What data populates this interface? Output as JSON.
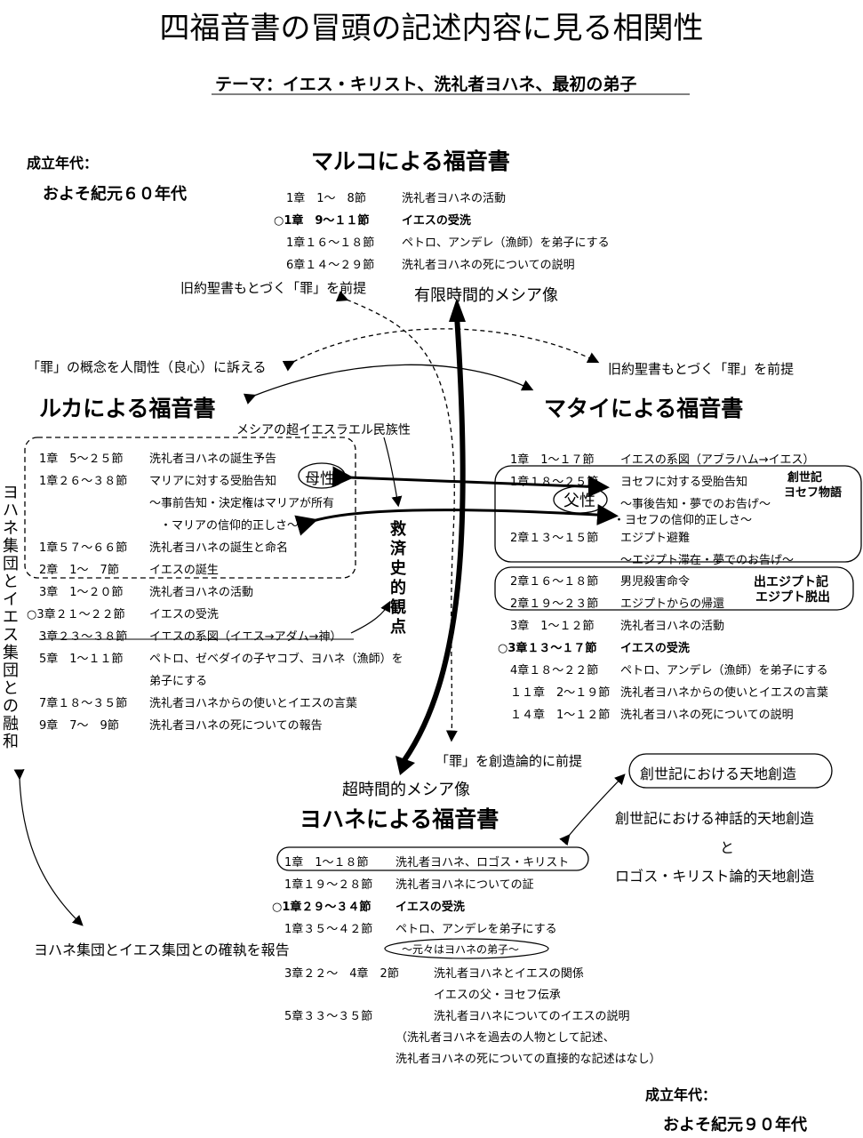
{
  "title": "四福音書の冒頭の記述内容に見る相関性",
  "theme": "テーマ：イエス・キリスト、洗礼者ヨハネ、最初の弟子",
  "mark": {
    "title": "マルコによる福音書",
    "date_label": "成立年代：",
    "date_value": "およそ紀元６０年代",
    "rows": [
      {
        "ref": "1章　1～　8節",
        "text": "洗礼者ヨハネの活動",
        "bold": false
      },
      {
        "ref": "○1章　9～１１節",
        "text": "イエスの受洗",
        "bold": true
      },
      {
        "ref": "1章１６～１８節",
        "text": "ペトロ、アンデレ（漁師）を弟子にする",
        "bold": false
      },
      {
        "ref": "6章１４～２９節",
        "text": "洗礼者ヨハネの死についての説明",
        "bold": false
      }
    ]
  },
  "luke": {
    "title": "ルカによる福音書",
    "rows": [
      {
        "ref": "1章　5～２５節",
        "text": "洗礼者ヨハネの誕生予告"
      },
      {
        "ref": "1章２６～３８節",
        "text": "マリアに対する受胎告知"
      },
      {
        "ref": "",
        "text": "～事前告知・決定権はマリアが所有"
      },
      {
        "ref": "",
        "text": "・マリアの信仰的正しさ～"
      },
      {
        "ref": "1章５７～６６節",
        "text": "洗礼者ヨハネの誕生と命名"
      },
      {
        "ref": "2章　1～　7節",
        "text": "イエスの誕生"
      },
      {
        "ref": "3章　1～２０節",
        "text": "洗礼者ヨハネの活動"
      },
      {
        "ref": "○3章２１～２２節",
        "text": "イエスの受洗"
      },
      {
        "ref": "3章２３～３８節",
        "text": "イエスの系図（イエス→アダム→神）"
      },
      {
        "ref": "5章　1～１１節",
        "text": "ペトロ、ゼベダイの子ヤコブ、ヨハネ（漁師）を"
      },
      {
        "ref": "",
        "text": "弟子にする"
      },
      {
        "ref": "7章１８～３５節",
        "text": "洗礼者ヨハネからの使いとイエスの言葉"
      },
      {
        "ref": "9章　7～　9節",
        "text": "洗礼者ヨハネの死についての報告"
      }
    ]
  },
  "matthew": {
    "title": "マタイによる福音書",
    "rows": [
      {
        "ref": "1章　1～１７節",
        "text": "イエスの系図（アブラハム→イエス）",
        "bold": false
      },
      {
        "ref": "1章１８～２５節",
        "text": "ヨセフに対する受胎告知",
        "bold": false
      },
      {
        "ref": "",
        "text": "～事後告知・夢でのお告げ～",
        "bold": false
      },
      {
        "ref": "",
        "text": "・ヨセフの信仰的正しさ～",
        "bold": false
      },
      {
        "ref": "2章１３～１５節",
        "text": "エジプト避難",
        "bold": false
      },
      {
        "ref": "",
        "text": "～エジプト滞在・夢でのお告げ～",
        "bold": false
      },
      {
        "ref": "2章１６～１８節",
        "text": "男児殺害命令",
        "bold": false
      },
      {
        "ref": "2章１９～２３節",
        "text": "エジプトからの帰還",
        "bold": false
      },
      {
        "ref": "3章　1～１２節",
        "text": "洗礼者ヨハネの活動",
        "bold": false
      },
      {
        "ref": "○3章１３～１７節",
        "text": "イエスの受洗",
        "bold": true
      },
      {
        "ref": "4章１８～２２節",
        "text": "ペトロ、アンデレ（漁師）を弟子にする",
        "bold": false
      },
      {
        "ref": "１１章　2～１９節",
        "text": "洗礼者ヨハネからの使いとイエスの言葉",
        "bold": false
      },
      {
        "ref": "１４章　1～１２節",
        "text": "洗礼者ヨハネの死についての説明",
        "bold": false
      }
    ],
    "box1_label": "創世記\nヨセフ物語",
    "box2_label": "出エジプト記\nエジプト脱出"
  },
  "john": {
    "title": "ヨハネによる福音書",
    "date_label": "成立年代：",
    "date_value": "およそ紀元９０年代",
    "rows": [
      {
        "ref": "1章　1～１８節",
        "text": "洗礼者ヨハネ、ロゴス・キリスト",
        "bold": false
      },
      {
        "ref": "1章１９～２８節",
        "text": "洗礼者ヨハネについての証",
        "bold": false
      },
      {
        "ref": "○1章２９～３４節",
        "text": "イエスの受洗",
        "bold": true
      },
      {
        "ref": "1章３５～４２節",
        "text": "ペトロ、アンデレを弟子にする",
        "bold": false
      }
    ],
    "paren_note": "～元々はヨハネの弟子～",
    "rows2": [
      {
        "ref": "3章２２～　4章　2節",
        "text": "洗礼者ヨハネとイエスの関係"
      },
      {
        "ref": "",
        "text": "イエスの父・ヨセフ伝承"
      },
      {
        "ref": "5章３３～３５節",
        "text": "洗礼者ヨハネについてのイエスの説明"
      },
      {
        "ref": "",
        "text": "（洗礼者ヨハネを過去の人物として記述、"
      },
      {
        "ref": "",
        "text": "洗礼者ヨハネの死についての直接的な記述はなし）"
      }
    ]
  },
  "notes": {
    "old_testament_top": "旧約聖書もとづく「罪」を前提",
    "finite_messiah": "有限時間的メシア像",
    "luke_sin": "「罪」の概念を人間性（良心）に訴える",
    "old_testament_right": "旧約聖書もとづく「罪」を前提",
    "super_israel": "メシアの超イエスラエル民族性",
    "motherhood": "母性",
    "fatherhood": "父性",
    "salvation": "救済史的観点",
    "creation_sin": "「罪」を創造論的に前提",
    "timeless_messiah": "超時間的メシア像",
    "genesis_box": "創世記における天地創造",
    "creation_line1": "創世記における神話的天地創造",
    "creation_line2": "と",
    "creation_line3": "ロゴス・キリスト論的天地創造",
    "johannine_vertical": "ヨハネ集団とイエス集団との融和",
    "conflict_report": "ヨハネ集団とイエス集団との確執を報告"
  }
}
